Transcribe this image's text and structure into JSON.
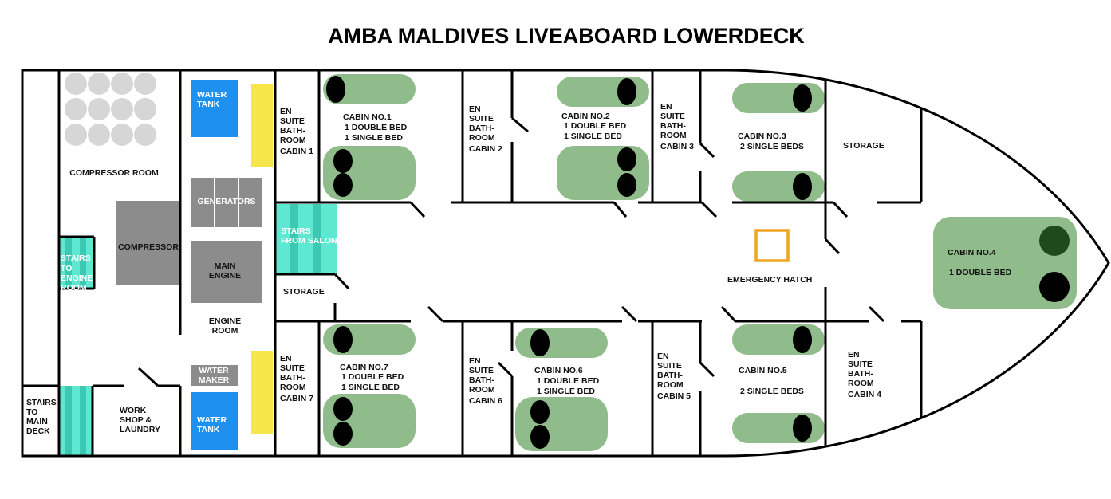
{
  "title": "AMBA MALDIVES LIVEABOARD LOWERDECK",
  "colors": {
    "bed": "#8fbc8a",
    "pillow": "#000000",
    "water_tank": "#1e90f0",
    "stairs": "#5ee8d2",
    "stairs_stripe": "#3cc9b3",
    "machinery": "#8c8c8c",
    "yellow_panel": "#f7e64a",
    "cylinders": "#d6d6d6",
    "hatch": "#f0a422",
    "cabin4_pillow": "#1f4a1a"
  },
  "rooms": {
    "compressor_room": "COMPRESSOR ROOM",
    "compressor": "COMPRESSOR",
    "stairs_engine": [
      "STAIRS",
      "TO",
      "ENGINE",
      "ROOM"
    ],
    "stairs_main": [
      "STAIRS",
      "TO",
      "MAIN",
      "DECK"
    ],
    "workshop": [
      "WORK",
      "SHOP &",
      "LAUNDRY"
    ],
    "water_tank_top": [
      "WATER",
      "TANK"
    ],
    "water_tank_bottom": [
      "WATER",
      "TANK"
    ],
    "generators": "GENERATORS",
    "main_engine": [
      "MAIN",
      "ENGINE"
    ],
    "engine_room": [
      "ENGINE",
      "ROOM"
    ],
    "water_maker": [
      "WATER",
      "MAKER"
    ],
    "stairs_salon": [
      "STAIRS",
      "FROM SALON"
    ],
    "storage_mid": "STORAGE",
    "storage_bow": "STORAGE",
    "emergency_hatch": "EMERGENCY HATCH",
    "ensuite_1": [
      "EN",
      "SUITE",
      "BATH-",
      "ROOM",
      "CABIN 1"
    ],
    "ensuite_2": [
      "EN",
      "SUITE",
      "BATH-",
      "ROOM",
      "CABIN 2"
    ],
    "ensuite_3": [
      "EN",
      "SUITE",
      "BATH-",
      "ROOM",
      "CABIN 3"
    ],
    "ensuite_4": [
      "EN",
      "SUITE",
      "BATH-",
      "ROOM",
      "CABIN 4"
    ],
    "ensuite_5": [
      "EN",
      "SUITE",
      "BATH-",
      "ROOM",
      "CABIN 5"
    ],
    "ensuite_6": [
      "EN",
      "SUITE",
      "BATH-",
      "ROOM",
      "CABIN 6"
    ],
    "ensuite_7": [
      "EN",
      "SUITE",
      "BATH-",
      "ROOM",
      "CABIN 7"
    ],
    "cabin1": [
      "CABIN NO.1",
      "1 DOUBLE BED",
      "1 SINGLE BED"
    ],
    "cabin2": [
      "CABIN NO.2",
      "1 DOUBLE BED",
      "1 SINGLE BED"
    ],
    "cabin3": [
      "CABIN NO.3",
      "2 SINGLE BEDS"
    ],
    "cabin4": [
      "CABIN NO.4",
      "1 DOUBLE BED"
    ],
    "cabin5": [
      "CABIN NO.5",
      "2 SINGLE BEDS"
    ],
    "cabin6": [
      "CABIN NO.6",
      "1 DOUBLE BED",
      "1 SINGLE BED"
    ],
    "cabin7": [
      "CABIN NO.7",
      "1 DOUBLE BED",
      "1 SINGLE BED"
    ]
  }
}
